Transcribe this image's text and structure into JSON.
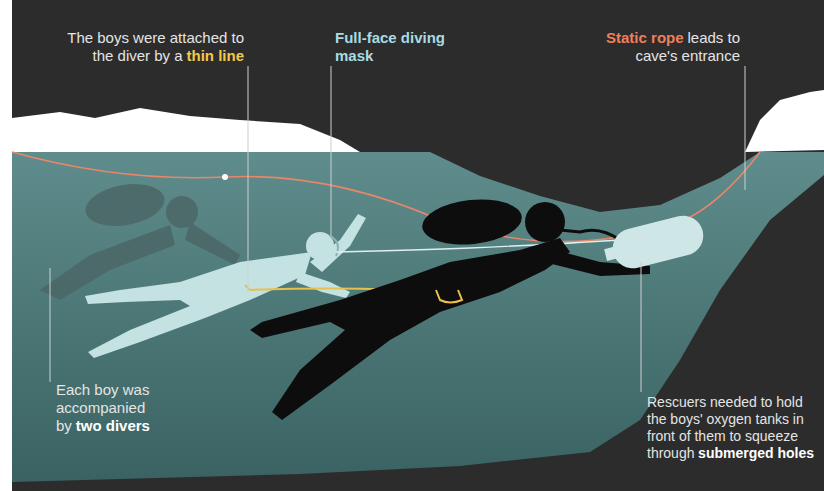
{
  "diagram": {
    "labels": [
      "The boys were attached to the diver by a",
      "thin line",
      "Full-face diving mask",
      "Static rope",
      "leads to cave's entrance",
      "Each boy was accompanied by",
      "two divers",
      "Rescuers needed to hold the boys' oxygen tanks in front of them to squeeze through",
      "submerged holes"
    ]
  }
}
